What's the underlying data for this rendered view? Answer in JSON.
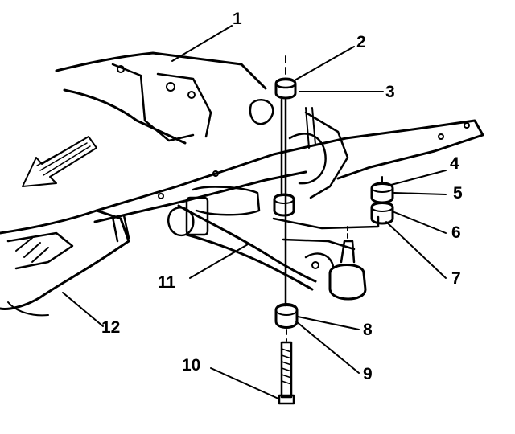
{
  "callouts": {
    "c1": "1",
    "c2": "2",
    "c3": "3",
    "c4": "4",
    "c5": "5",
    "c6": "6",
    "c7": "7",
    "c8": "8",
    "c9": "9",
    "c10": "10",
    "c11": "11",
    "c12": "12"
  },
  "colors": {
    "ink": "#000000",
    "background": "#ffffff"
  }
}
